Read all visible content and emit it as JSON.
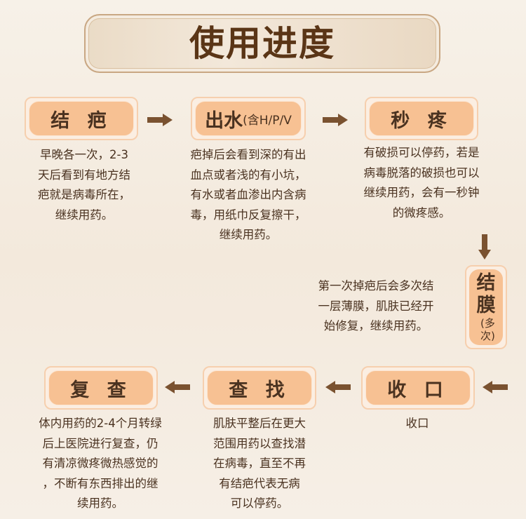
{
  "title": "使用进度",
  "steps": [
    {
      "label": "结 疤",
      "desc": [
        "早晚各一次，2-3",
        "天后看到有地方结",
        "疤就是病毒所在，",
        "继续用药。"
      ]
    },
    {
      "label": "出水",
      "label_sub": "(含H/P/V",
      "desc": [
        "疤掉后会看到深的有出",
        "血点或者浅的有小坑，",
        "有水或者血渗出内含病",
        "毒，用纸巾反复擦干，",
        "继续用药。"
      ]
    },
    {
      "label": "秒 疼",
      "desc": [
        "有破损可以停药，若是",
        "病毒脱落的破损也可以",
        "继续用药，会有一秒钟",
        "的微疼感。"
      ]
    },
    {
      "label": "结膜",
      "label_sub": "(多次)",
      "desc": [
        "第一次掉疤后会多次结",
        "一层薄膜，肌肤已经开",
        "始修复，继续用药。"
      ]
    },
    {
      "label": "收 口",
      "desc": [
        "收口"
      ]
    },
    {
      "label": "查 找",
      "desc": [
        "肌肤平整后在更大",
        "范围用药以查找潜",
        "在病毒，直至不再",
        "有结疤代表无病",
        "可以停药。"
      ]
    },
    {
      "label": "复 查",
      "desc": [
        "体内用药的2-4个月转绿",
        "后上医院进行复查，仍",
        "有清凉微疼微热感觉的",
        "，不断有东西排出的继",
        "续用药。"
      ]
    }
  ],
  "colors": {
    "box": "#f7c193",
    "arrow": "#7a5230",
    "text": "#4a3220"
  }
}
